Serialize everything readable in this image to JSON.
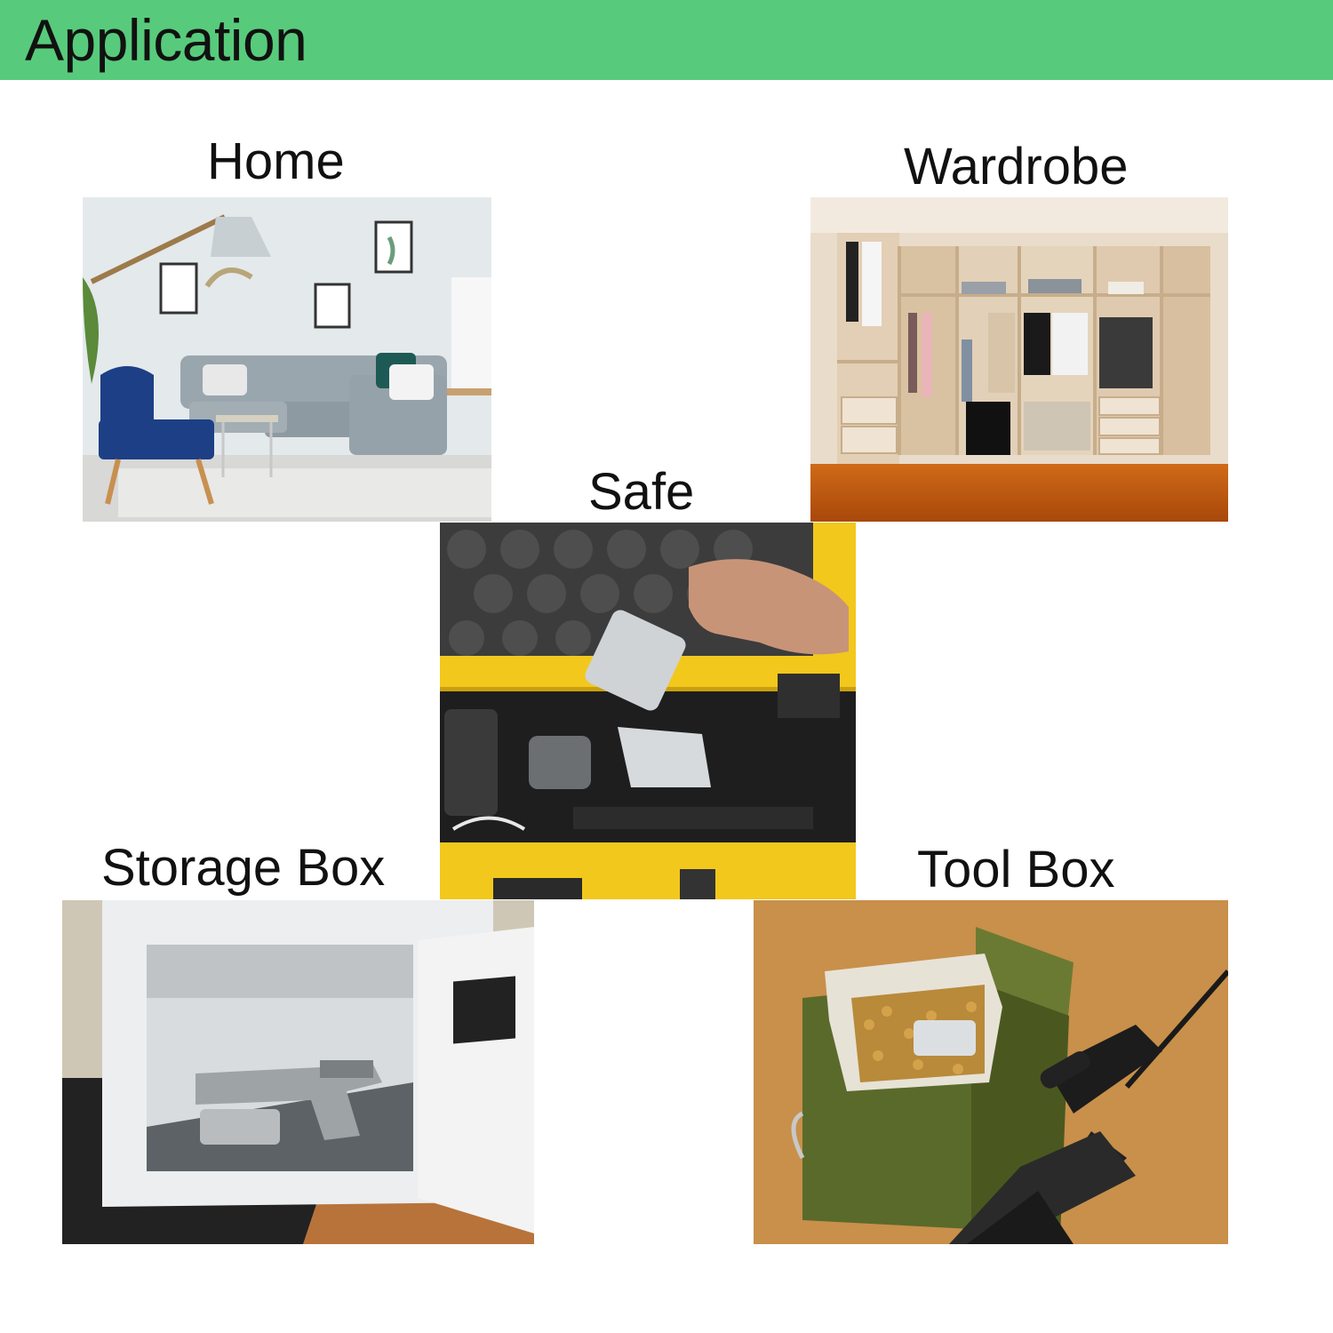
{
  "header": {
    "title": "Application"
  },
  "scenes": {
    "home": {
      "caption": "Home",
      "icon": "living-room-photo"
    },
    "wardrobe": {
      "caption": "Wardrobe",
      "icon": "wardrobe-photo"
    },
    "safe": {
      "caption": "Safe",
      "icon": "yellow-case-photo"
    },
    "storage_box": {
      "caption": "Storage Box",
      "icon": "safe-with-pistol-photo"
    },
    "tool_box": {
      "caption": "Tool Box",
      "icon": "ammo-can-with-rifle-photo"
    }
  },
  "colors": {
    "header_bg": "#57cb7b",
    "case_yellow": "#f2c81c",
    "floor_wood": "#c85c10",
    "ammo_green": "#5a6a2a",
    "cork": "#c8904a"
  }
}
